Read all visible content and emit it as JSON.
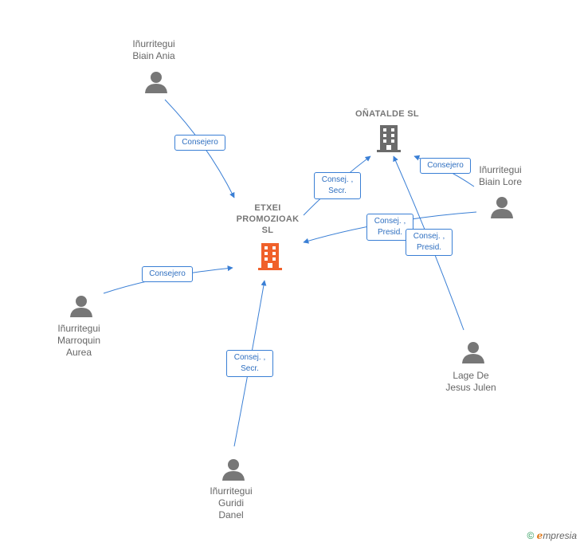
{
  "companies": {
    "etxei": {
      "name": "ETXEI\nPROMOZIOAK\nSL",
      "color": "#f0602a"
    },
    "onatalde": {
      "name": "OÑATALDE SL",
      "color": "#6b6b6b"
    }
  },
  "persons": {
    "biain_ania": "Iñurritegui\nBiain Ania",
    "biain_lore": "Iñurritegui\nBiain Lore",
    "marroquin": "Iñurritegui\nMarroquin\nAurea",
    "lage": "Lage De\nJesus Julen",
    "guridi": "Iñurritegui\nGuridi\nDanel"
  },
  "edges": {
    "ania_etxei": "Consejero",
    "etxei_onatalde": "Consej. ,\nSecr.",
    "lore_onatalde": "Consejero",
    "lore_etxei": "Consej. ,\nPresid.",
    "lage_onatalde": "Consej. ,\nPresid.",
    "marroquin_etxei": "Consejero",
    "guridi_etxei": "Consej. ,\nSecr."
  },
  "colors": {
    "edge": "#3a7fd5",
    "person_icon": "#777777"
  },
  "footer": {
    "copyright": "©",
    "brand_e": "e",
    "brand_rest": "mpresia"
  }
}
